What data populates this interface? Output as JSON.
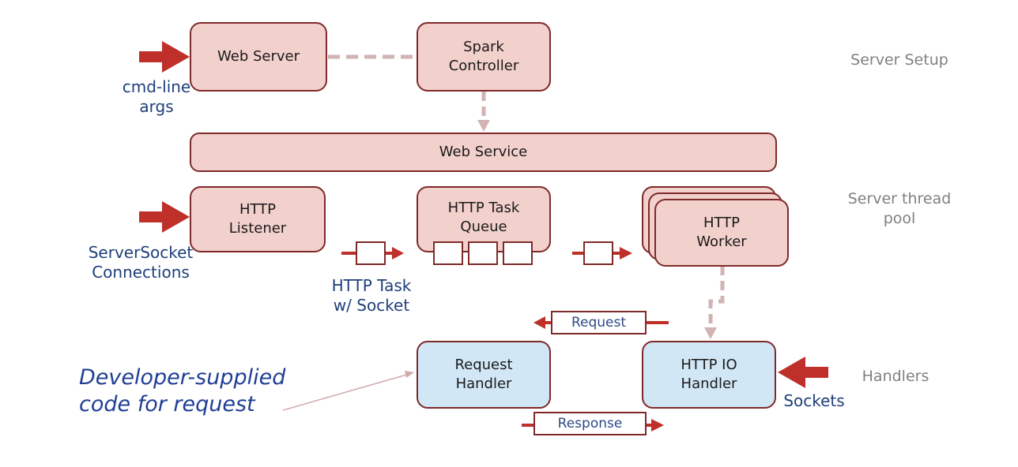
{
  "boxes": {
    "web_server": "Web Server",
    "spark_controller": "Spark\nController",
    "web_service": "Web Service",
    "http_listener": "HTTP\nListener",
    "http_task_queue": "HTTP Task\nQueue",
    "http_worker": "HTTP\nWorker",
    "request_handler": "Request\nHandler",
    "http_io_handler": "HTTP IO\nHandler"
  },
  "labels": {
    "cmd_line_args": "cmd-line\nargs",
    "serversocket_connections": "ServerSocket\nConnections",
    "http_task_socket": "HTTP Task\nw/ Socket",
    "request": "Request",
    "response": "Response",
    "sockets": "Sockets"
  },
  "sections": {
    "server_setup": "Server Setup",
    "server_thread_pool": "Server thread\npool",
    "handlers": "Handlers"
  },
  "note": "Developer-supplied\ncode for request",
  "colors": {
    "box_fill": "#f2d0cc",
    "handler_fill": "#d2e7f6",
    "border": "#7f2a2a",
    "arrow_red": "#c0302a",
    "dashed": "#d2b3b3",
    "label_blue": "#1f3f7a",
    "side_gray": "#808080"
  }
}
